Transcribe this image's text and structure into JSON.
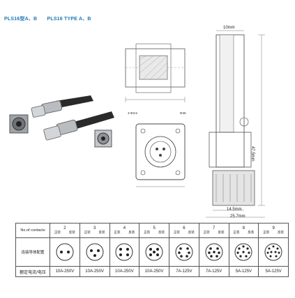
{
  "header": {
    "title_cn": "PLS16型A、B",
    "title_en": "PLS16 TYPE A、B"
  },
  "dims": {
    "side_top": "10mm",
    "side_height": "47.5mm",
    "side_bottom1": "14.5mm",
    "side_bottom2": "25.7mm",
    "front_hole": "4-Φ3.5",
    "front_thread": "Φ45"
  },
  "table": {
    "row_labels": [
      "No.of contacts",
      "连接导体配置",
      "额定电流/电压"
    ],
    "contact_sub": [
      "正装",
      "反装"
    ],
    "contacts": [
      "2",
      "3",
      "4",
      "5",
      "6",
      "7",
      "8",
      "9"
    ],
    "ratings": [
      "10A-250V",
      "10A-250V",
      "10A-250V",
      "10A-250V",
      "7A-125V",
      "7A-125V",
      "5A-125V",
      "5A-125V"
    ]
  }
}
